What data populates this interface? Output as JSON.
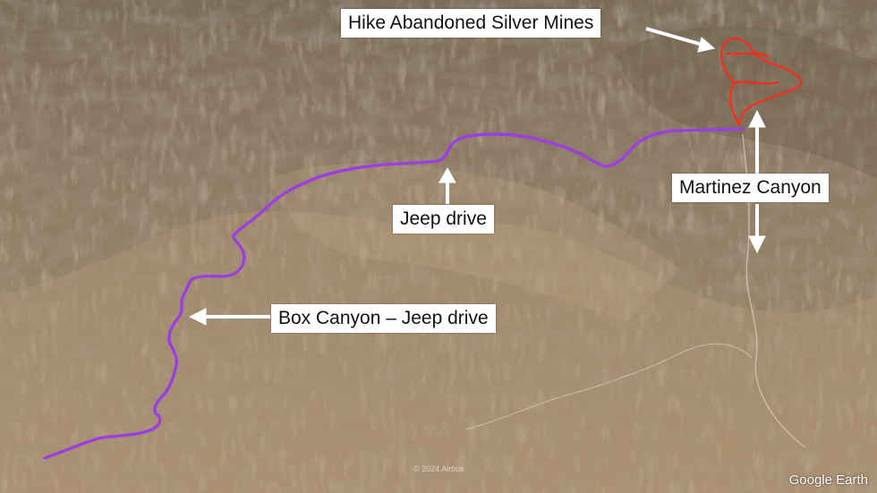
{
  "labels": {
    "mines": "Hike Abandoned Silver Mines",
    "martinez": "Martinez Canyon",
    "jeep": "Jeep drive",
    "box": "Box Canyon – Jeep drive"
  },
  "watermark": "Google Earth",
  "copyright": "© 2024 Airbus",
  "colors": {
    "jeep_route": "#9b3fe0",
    "hike_route": "#ff2a1a",
    "arrows": "#ffffff",
    "terrain_light": "#b59a79",
    "terrain_dark": "#5f5243"
  }
}
